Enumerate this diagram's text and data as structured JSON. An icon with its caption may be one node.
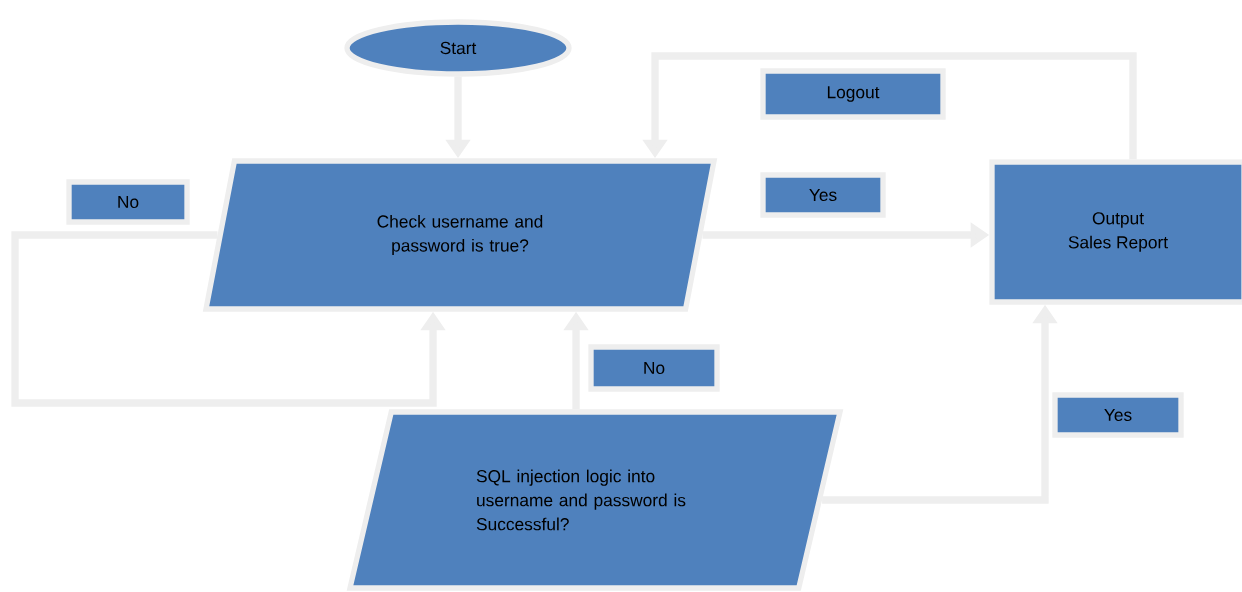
{
  "diagram": {
    "nodes": [
      {
        "text": [
          "Start"
        ]
      },
      {
        "text": [
          "Logout"
        ]
      },
      {
        "text": [
          "No"
        ]
      },
      {
        "text": [
          "Check username and password is true?"
        ]
      },
      {
        "text": [
          "Yes"
        ]
      },
      {
        "text": [
          "Output",
          "Sales Report"
        ]
      },
      {
        "text": [
          "No"
        ]
      },
      {
        "text": [
          "Yes"
        ]
      },
      {
        "text": [
          "SQL injection logic into username and password is Successful?"
        ]
      }
    ],
    "edges": [
      {
        "from": 0,
        "to": 3,
        "arrow": "to"
      },
      {
        "from": 3,
        "to": 5,
        "arrow": "to"
      },
      {
        "from": 3,
        "to": 3,
        "arrow": "to"
      },
      {
        "from": 8,
        "to": 3,
        "arrow": "to"
      },
      {
        "from": 8,
        "to": 5,
        "arrow": "to"
      },
      {
        "from": 5,
        "to": 3,
        "arrow": "to"
      }
    ]
  }
}
